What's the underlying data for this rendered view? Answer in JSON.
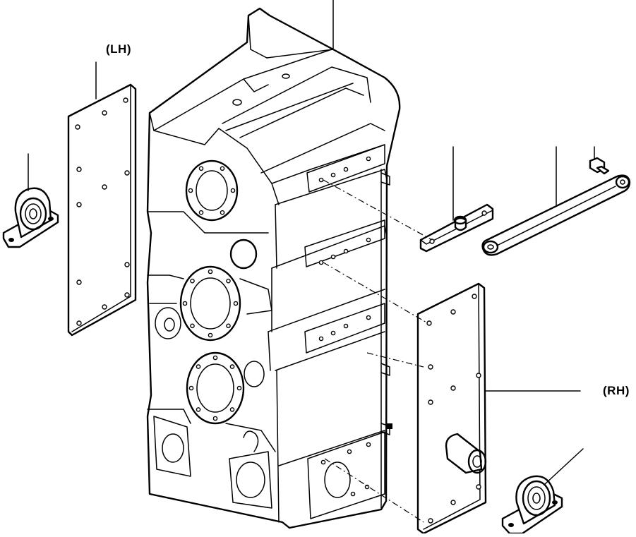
{
  "labels": {
    "left_side": "(LH)",
    "right_side": "(RH)"
  },
  "parts": [
    {
      "name": "gear-case-housing"
    },
    {
      "name": "lh-cover-plate"
    },
    {
      "name": "lh-pillow-block-bearing"
    },
    {
      "name": "bracket-with-pin"
    },
    {
      "name": "connecting-rod"
    },
    {
      "name": "bolt"
    },
    {
      "name": "rh-cover-plate-with-shaft"
    },
    {
      "name": "rh-pillow-block-bearing"
    }
  ]
}
